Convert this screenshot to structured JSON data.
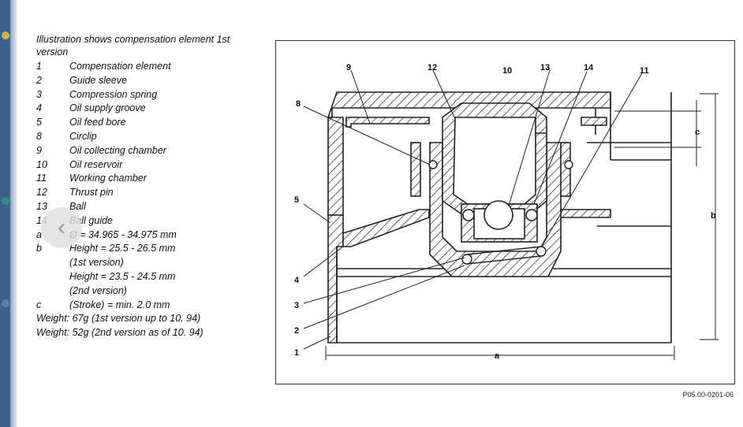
{
  "caption": "Illustration shows compensation element 1st version",
  "legend": [
    {
      "key": "1",
      "label": "Compensation element"
    },
    {
      "key": "2",
      "label": "Guide sleeve"
    },
    {
      "key": "3",
      "label": "Compression spring"
    },
    {
      "key": "4",
      "label": "Oil supply groove"
    },
    {
      "key": "5",
      "label": "Oil feed bore"
    },
    {
      "key": "8",
      "label": "Circlip"
    },
    {
      "key": "9",
      "label": "Oil collecting chamber"
    },
    {
      "key": "10",
      "label": "Oil reservoir"
    },
    {
      "key": "11",
      "label": "Working chamber"
    },
    {
      "key": "12",
      "label": "Thrust pin"
    },
    {
      "key": "13",
      "label": "Ball"
    },
    {
      "key": "14",
      "label": "Ball guide"
    },
    {
      "key": "a",
      "label": "Ø = 34.965 - 34.975 mm"
    },
    {
      "key": "b",
      "label": "Height = 25.5 - 26.5 mm"
    }
  ],
  "legend_extra": [
    "(1st version)",
    "Height = 23.5 - 24.5 mm",
    "(2nd version)"
  ],
  "legend_c": {
    "key": "c",
    "label": "(Stroke) = min. 2.0 mm"
  },
  "weights": [
    "Weight: 67g (1st version up to 10. 94)",
    "Weight: 52g (2nd version as of 10. 94)"
  ],
  "diagram": {
    "callouts": {
      "n9": "9",
      "n12": "12",
      "n10": "10",
      "n13": "13",
      "n14": "14",
      "n11": "11",
      "n8": "8",
      "n5": "5",
      "n4": "4",
      "n3": "3",
      "n2": "2",
      "n1": "1"
    },
    "dims": {
      "a": "a",
      "b": "b",
      "c": "c"
    },
    "reference": "P05.00-0201-06"
  },
  "nav": {
    "icon": "chevron-left-icon"
  },
  "colors": {
    "sidebar": "#3d5f88",
    "line": "#222222"
  }
}
